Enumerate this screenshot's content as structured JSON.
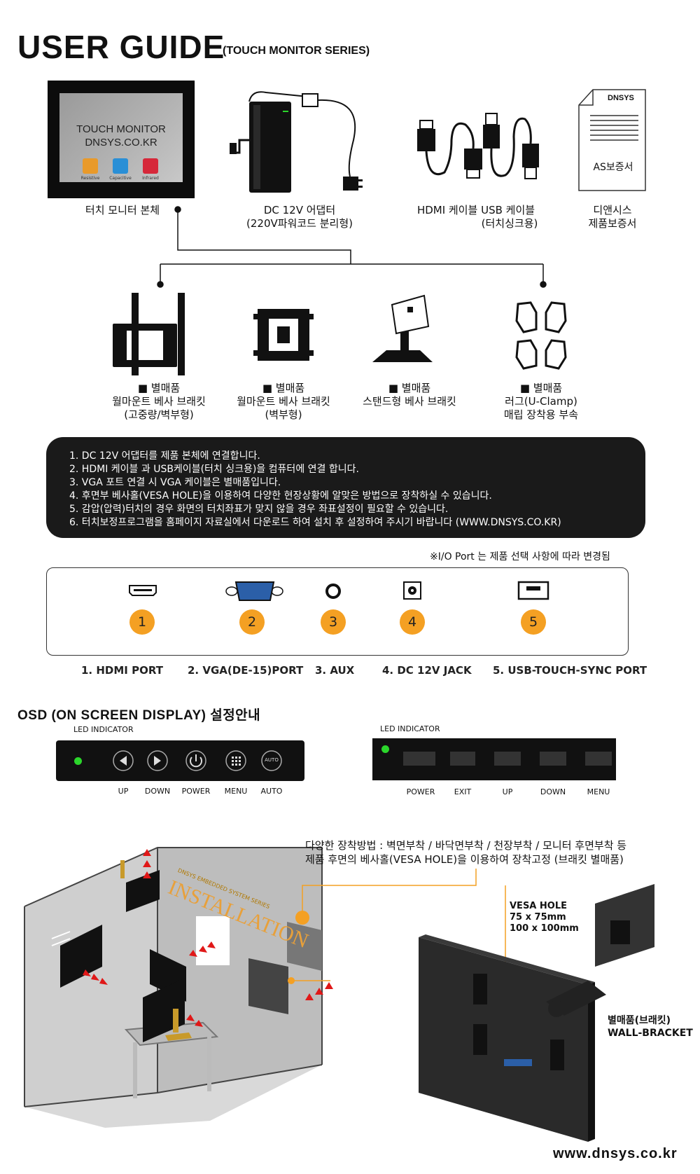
{
  "header": {
    "title": "USER GUIDE",
    "subtitle": "(TOUCH MONITOR SERIES)"
  },
  "monitor_screen": {
    "line1": "TOUCH MONITOR",
    "line2": "DNSYS.CO.KR",
    "touch_types": [
      "Resistive",
      "Capacitive",
      "Infrared"
    ]
  },
  "components": [
    {
      "line1": "터치 모니터 본체",
      "line2": ""
    },
    {
      "line1": "DC 12V 어댑터",
      "line2": "(220V파워코드 분리형)"
    },
    {
      "line1": "HDMI 케이블  USB 케이블",
      "line2": "(터치싱크용)"
    },
    {
      "line1": "디앤시스",
      "line2": "제품보증서"
    }
  ],
  "warranty_doc": {
    "brand": "DNSYS",
    "label": "AS보증서"
  },
  "accessories": [
    {
      "tag": "■ 별매품",
      "line1": "월마운트 베사 브래킷",
      "line2": "(고중량/벽부형)"
    },
    {
      "tag": "■ 별매품",
      "line1": "월마운트 베사 브래킷",
      "line2": "(벽부형)"
    },
    {
      "tag": "■ 별매품",
      "line1": "스탠드형 베사 브래킷",
      "line2": ""
    },
    {
      "tag": "■ 별매품",
      "line1": "러그(U-Clamp)",
      "line2": "매립 장착용 부속"
    }
  ],
  "instructions": [
    "1. DC 12V 어댑터를 제품 본체에 연결합니다.",
    "2. HDMI 케이블 과 USB케이블(터치 싱크용)을 컴퓨터에 연결 합니다.",
    "3. VGA 포트 연결 시 VGA 케이블은 별매품입니다.",
    "4. 후면부 베사홀(VESA HOLE)을 이용하여 다양한 현장상황에 알맞은 방법으로 장착하실 수 있습니다.",
    "5. 감압(압력)터치의 경우 화면의 터치좌표가 맞지 않을 경우  좌표설정이 필요할 수 있습니다.",
    "6. 터치보정프로그램을 홈페이지 자료실에서 다운로드 하여 설치 후  설정하여  주시기 바랍니다 (WWW.DNSYS.CO.KR)"
  ],
  "io_note": "※I/O Port 는 제품 선택 사항에 따라 변경됨",
  "ports": [
    {
      "num": "1",
      "label": "1. HDMI PORT"
    },
    {
      "num": "2",
      "label": "2. VGA(DE-15)PORT"
    },
    {
      "num": "3",
      "label": "3. AUX"
    },
    {
      "num": "4",
      "label": "4. DC 12V JACK"
    },
    {
      "num": "5",
      "label": "5. USB-TOUCH-SYNC PORT"
    }
  ],
  "osd": {
    "title": "OSD (ON SCREEN DISPLAY) 설정안내",
    "panel_a": {
      "led_label": "LED INDICATOR",
      "buttons": [
        "UP",
        "DOWN",
        "POWER",
        "MENU",
        "AUTO"
      ],
      "auto_icon_text": "AUTO"
    },
    "panel_b": {
      "led_label": "LED INDICATOR",
      "buttons": [
        "POWER",
        "EXIT",
        "UP",
        "DOWN",
        "MENU"
      ]
    },
    "led_color": "#2bd62b"
  },
  "installation": {
    "line1": "다양한 장착방법 : 벽면부착 / 바닥면부착 / 천장부착 / 모니터 후면부착 등",
    "line2": "제품 후면의 베사홀(VESA HOLE)을 이용하여 장착고정 (브래킷 별매품)",
    "room_sub": "DNSYS EMBEDDED SYSTEM SERIES",
    "room_title": "INSTALLATION",
    "vesa": [
      "VESA HOLE",
      "75 x 75mm",
      "100 x 100mm"
    ],
    "bracket": [
      "별매품(브래킷)",
      "WALL-BRACKET"
    ]
  },
  "footer": {
    "website": "www.dnsys.co.kr"
  },
  "colors": {
    "accent": "#f4a023",
    "dark": "#1a1a1a",
    "arrow": "#e01818"
  }
}
